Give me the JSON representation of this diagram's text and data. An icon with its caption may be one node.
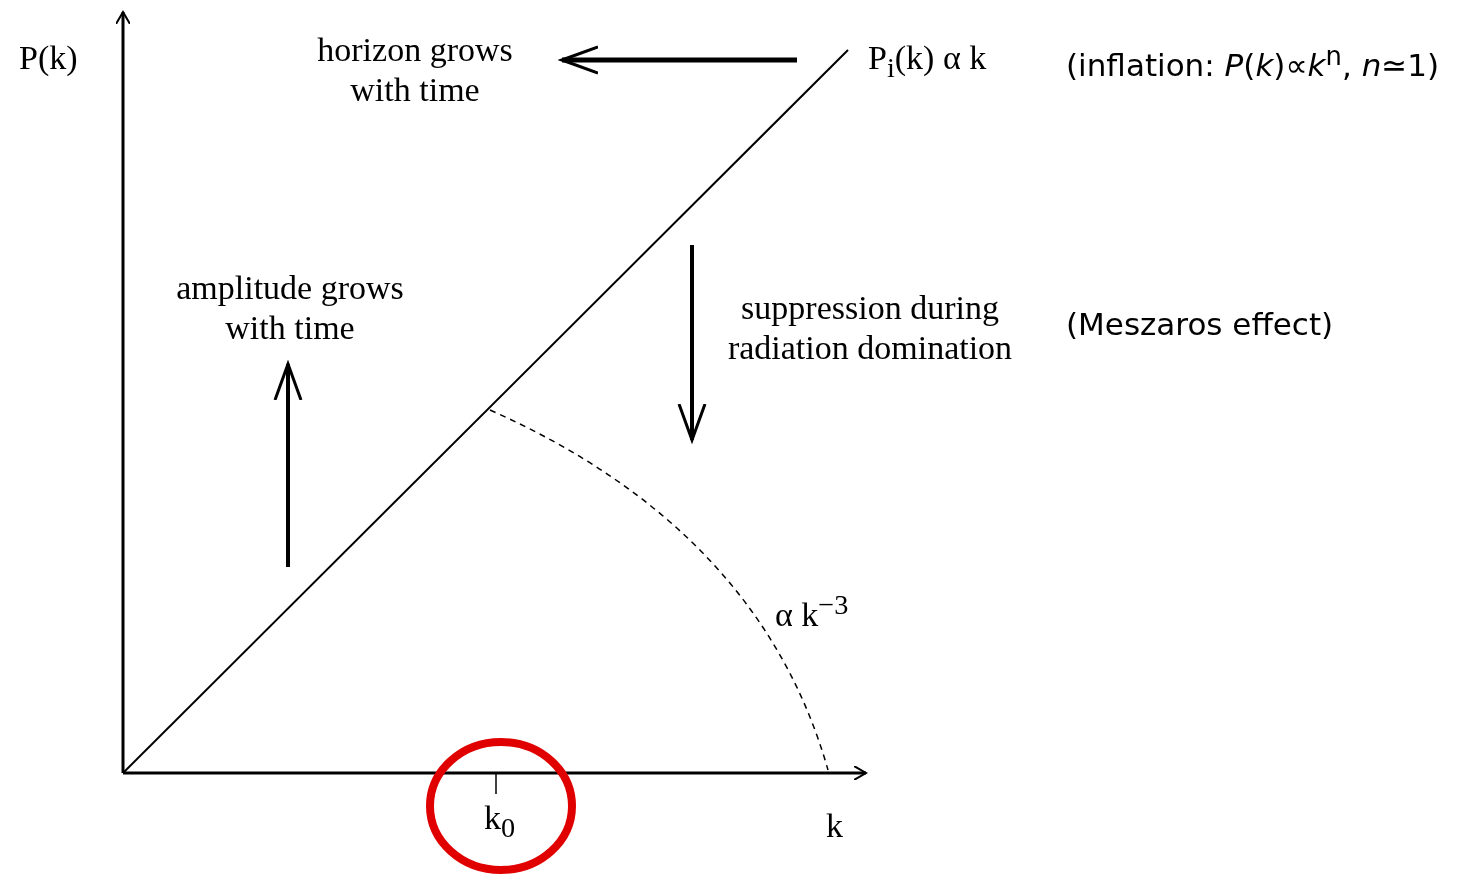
{
  "diagram": {
    "labels": [
      "P(k)",
      "horizon grows with time",
      "P$_{i}$(k) α k",
      "(inflation: *P*(*k*)∝*k*$^{n}$, *n*≃1)",
      "amplitude grows with time",
      "suppression during radiation domination",
      "(Meszaros effect)",
      "α k$^{−3}$",
      "k$_{0}$",
      "k"
    ]
  }
}
